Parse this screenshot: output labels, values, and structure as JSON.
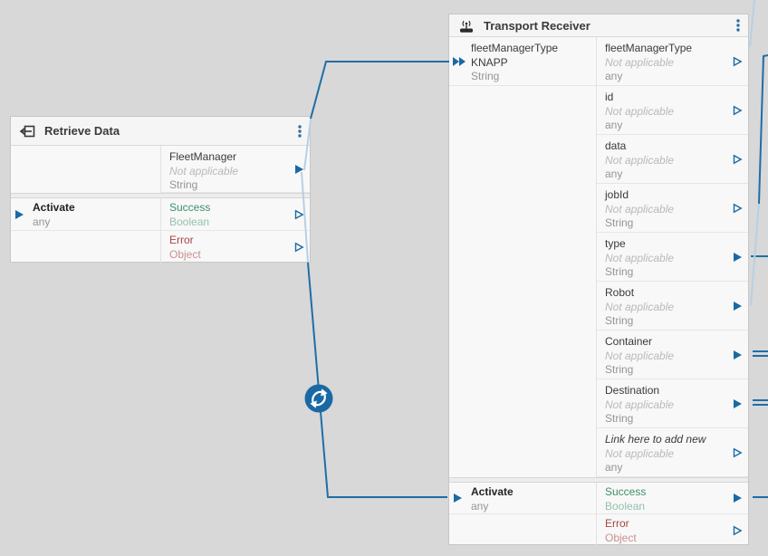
{
  "canvas": {
    "background": "#d8d8d8"
  },
  "colors": {
    "accent_blue": "#1a69a4",
    "edge_dark": "#1f6ea6",
    "edge_light": "#b7d0e4",
    "success": "#3f8f6b",
    "success_light": "#94c2ac",
    "error": "#a94444",
    "error_light": "#c9908f",
    "text": "#3a3a3a",
    "muted_value": "#b9b9b9",
    "type_gray": "#949494"
  },
  "loop_badge": {
    "icon": "refresh-cycle-icon",
    "color": "#1a69a4"
  },
  "nodes": [
    {
      "title": "Retrieve Data",
      "icon": "return-arrow-icon",
      "menu_icon": "kebab-menu-icon",
      "input_rows": [],
      "property_rows": [
        {
          "name": "FleetManager",
          "value": "Not applicable",
          "type": "String",
          "marker": "filled"
        }
      ],
      "control_rows": [
        {
          "left": {
            "name": "Activate",
            "type": "any",
            "marker": "filled"
          },
          "right": {
            "name": "Success",
            "type": "Boolean",
            "marker": "hollow",
            "color": "success"
          }
        },
        {
          "left": null,
          "right": {
            "name": "Error",
            "type": "Object",
            "marker": "hollow",
            "color": "error"
          }
        }
      ]
    },
    {
      "title": "Transport Receiver",
      "icon": "antenna-broadcast-icon",
      "menu_icon": "kebab-menu-icon",
      "input_rows": [
        {
          "name": "fleetManagerType",
          "value": "KNAPP",
          "type": "String",
          "marker": "double-filled",
          "value_set": true
        }
      ],
      "property_rows": [
        {
          "name": "fleetManagerType",
          "value": "Not applicable",
          "type": "any",
          "marker": "hollow"
        },
        {
          "name": "id",
          "value": "Not applicable",
          "type": "any",
          "marker": "hollow"
        },
        {
          "name": "data",
          "value": "Not applicable",
          "type": "any",
          "marker": "hollow"
        },
        {
          "name": "jobId",
          "value": "Not applicable",
          "type": "String",
          "marker": "hollow"
        },
        {
          "name": "type",
          "value": "Not applicable",
          "type": "String",
          "marker": "filled"
        },
        {
          "name": "Robot",
          "value": "Not applicable",
          "type": "String",
          "marker": "filled"
        },
        {
          "name": "Container",
          "value": "Not applicable",
          "type": "String",
          "marker": "filled"
        },
        {
          "name": "Destination",
          "value": "Not applicable",
          "type": "String",
          "marker": "filled"
        },
        {
          "name": "Link here to add new",
          "value": "Not applicable",
          "type": "any",
          "marker": "hollow",
          "italic_name": true
        }
      ],
      "control_rows": [
        {
          "left": {
            "name": "Activate",
            "type": "any",
            "marker": "filled"
          },
          "right": {
            "name": "Success",
            "type": "Boolean",
            "marker": "filled",
            "color": "success"
          }
        },
        {
          "left": null,
          "right": {
            "name": "Error",
            "type": "Object",
            "marker": "hollow",
            "color": "error"
          }
        }
      ]
    }
  ]
}
